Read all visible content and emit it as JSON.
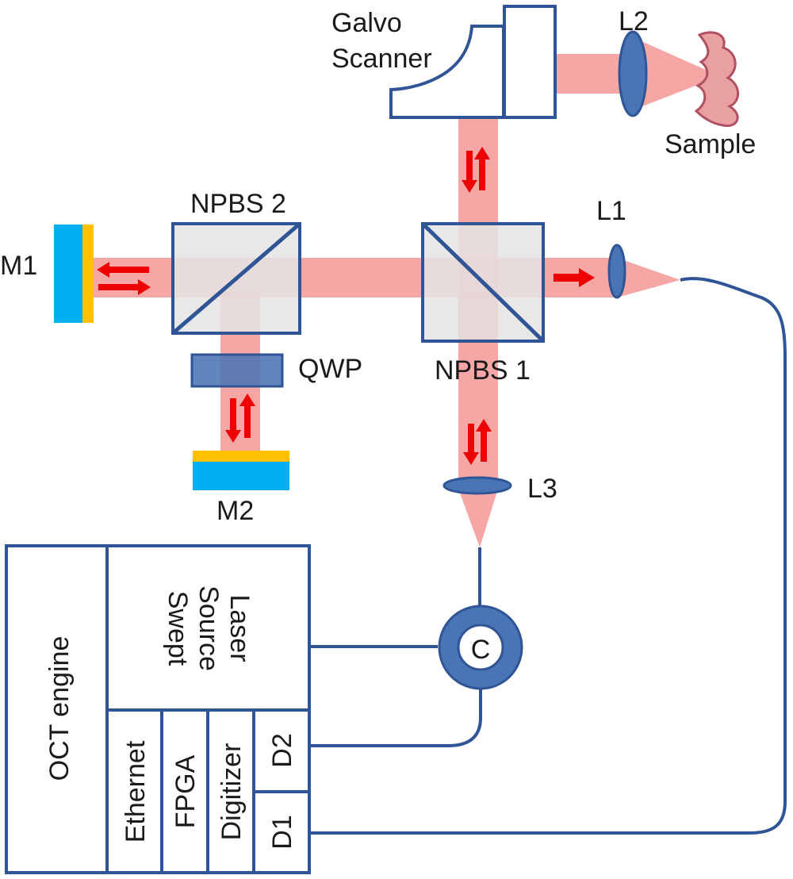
{
  "labels": {
    "galvo_line1": "Galvo",
    "galvo_line2": "Scanner",
    "l2": "L2",
    "sample": "Sample",
    "npbs2": "NPBS 2",
    "l1": "L1",
    "m1": "M1",
    "qwp": "QWP",
    "npbs1": "NPBS 1",
    "m2": "M2",
    "l3": "L3",
    "circulator": "C",
    "oct_engine": "OCT engine",
    "laser_line1": "Swept",
    "laser_line2": "Source",
    "laser_line3": "Laser",
    "ethernet": "Ethernet",
    "fpga": "FPGA",
    "digitizer": "Digitizer",
    "d2": "D2",
    "d1": "D1"
  },
  "colors": {
    "outline": "#2f5597",
    "beam": "#f48080",
    "arrow": "#ee0000",
    "mirror_substrate": "#00b0f0",
    "mirror_coating": "#ffc000",
    "lens": "#4a75b4",
    "sample": "#d98880"
  }
}
